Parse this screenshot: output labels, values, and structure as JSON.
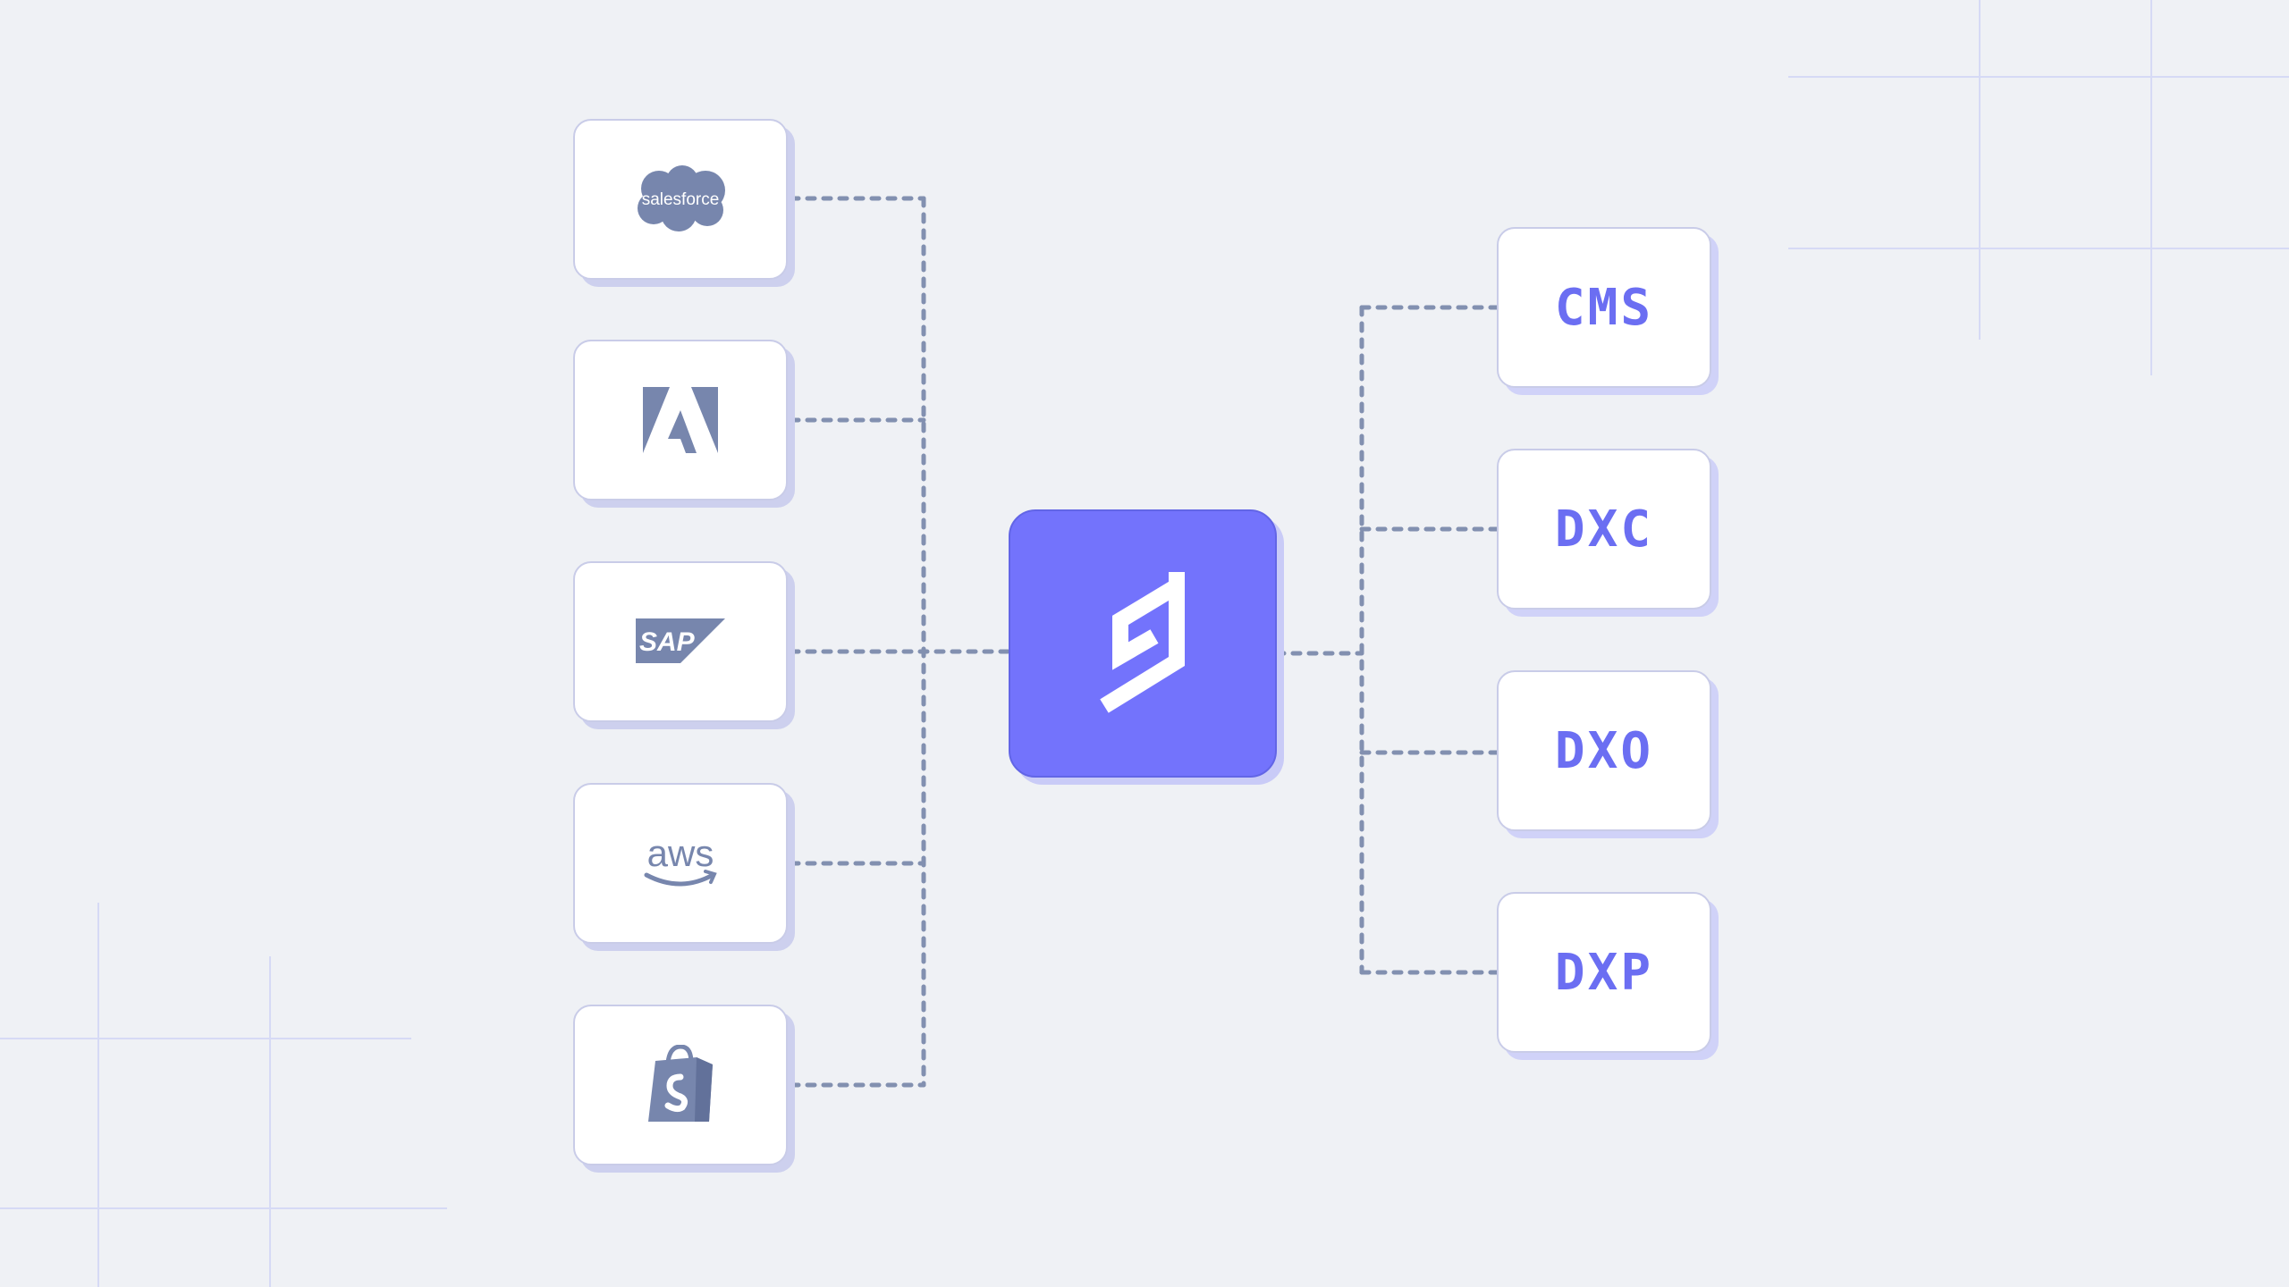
{
  "diagram": {
    "hub": {
      "icon": "hygraph-logo-icon",
      "color": "#7373fc"
    },
    "sources": [
      {
        "id": "salesforce",
        "icon": "salesforce-logo-icon",
        "logo_text": "salesforce"
      },
      {
        "id": "adobe",
        "icon": "adobe-logo-icon"
      },
      {
        "id": "sap",
        "icon": "sap-logo-icon",
        "logo_text": "SAP"
      },
      {
        "id": "aws",
        "icon": "aws-logo-icon",
        "logo_text": "aws"
      },
      {
        "id": "shopify",
        "icon": "shopify-logo-icon"
      }
    ],
    "targets": [
      {
        "id": "cms",
        "label": "CMS"
      },
      {
        "id": "dxc",
        "label": "DXC"
      },
      {
        "id": "dxo",
        "label": "DXO"
      },
      {
        "id": "dxp",
        "label": "DXP"
      }
    ],
    "colors": {
      "background": "#eff1f5",
      "logo": "#7786ad",
      "label": "#6b6ef2",
      "connector": "#8290b0",
      "grid": "#d6daf5"
    }
  }
}
